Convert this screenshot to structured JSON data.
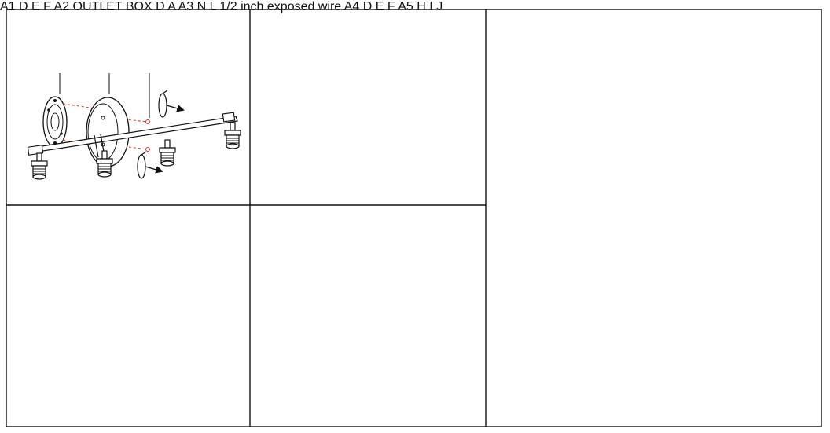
{
  "panels": {
    "a1": {
      "title": "A1",
      "labels": {
        "d": "D",
        "e": "E",
        "f": "F"
      }
    },
    "a2": {
      "title": "A2",
      "outlet_line1": "OUTLET",
      "outlet_line2": "BOX",
      "labels": {
        "d": "D",
        "a": "A"
      }
    },
    "a3": {
      "title": "A3",
      "symbols": {
        "neutral": "N",
        "live": "L"
      },
      "strip_fraction": "1/2",
      "strip_unit": "inch",
      "strip_caption": "exposed wire"
    },
    "a4": {
      "title": "A4",
      "labels": {
        "d": "D",
        "e": "E",
        "f": "F"
      }
    },
    "a5": {
      "title": "A5",
      "labels": {
        "h": "H",
        "i": "I",
        "j": "J"
      }
    }
  },
  "colors": {
    "line": "#111111",
    "dash": "#e03030",
    "background": "#ffffff"
  },
  "icons": [
    "rotate-arrow-icon",
    "arrow-up-icon",
    "ground-icon",
    "wire-nut-icon",
    "tape-roll-icon",
    "bulb-icon"
  ]
}
